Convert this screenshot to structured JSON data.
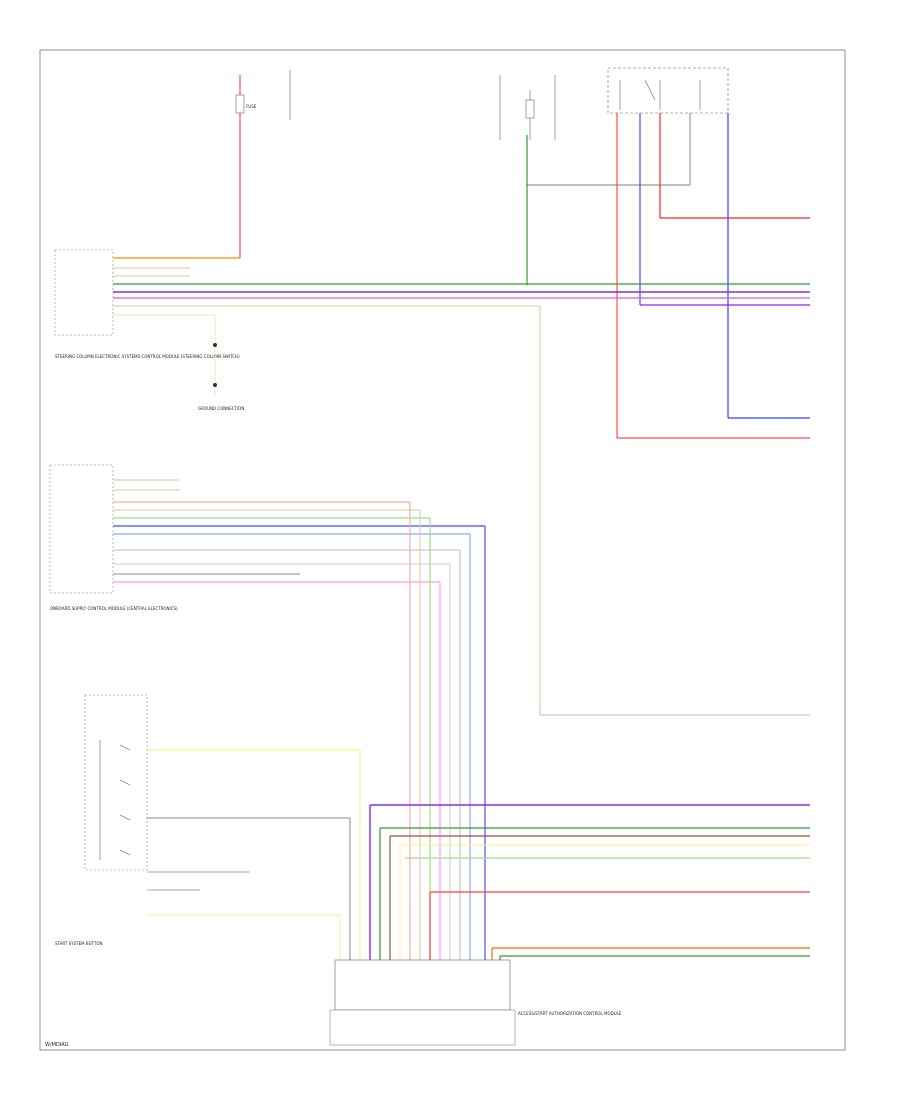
{
  "figure_code": "W/MDIAG",
  "ecu1_name": "STEERING COLUMN ELECTRONIC SYSTEMS CONTROL MODULE (STEERING COLUMN SWITCH)",
  "ecu2_name": "ONBOARD SUPPLY CONTROL MODULE (CENTRAL ELECTRONICS)",
  "start_button": "START SYSTEM BUTTON",
  "gateway": "ACCESS/START AUTHORIZATION CONTROL MODULE",
  "ground_label": "GROUND CONNECTION",
  "fuse_label": "FUSE",
  "wire_colors": {
    "red": "#ff3b3b",
    "green": "#2e9e2e",
    "blue": "#2233ff",
    "purple": "#8a2be2",
    "orange": "#ff8a00",
    "yellow": "#ffe680",
    "pink": "#ff66ff",
    "gray": "#888888",
    "tan": "#d8c89a",
    "brown": "#a0522d",
    "lightblue": "#88aaff",
    "lightgreen": "#a0e080"
  },
  "line_color": "#555555"
}
